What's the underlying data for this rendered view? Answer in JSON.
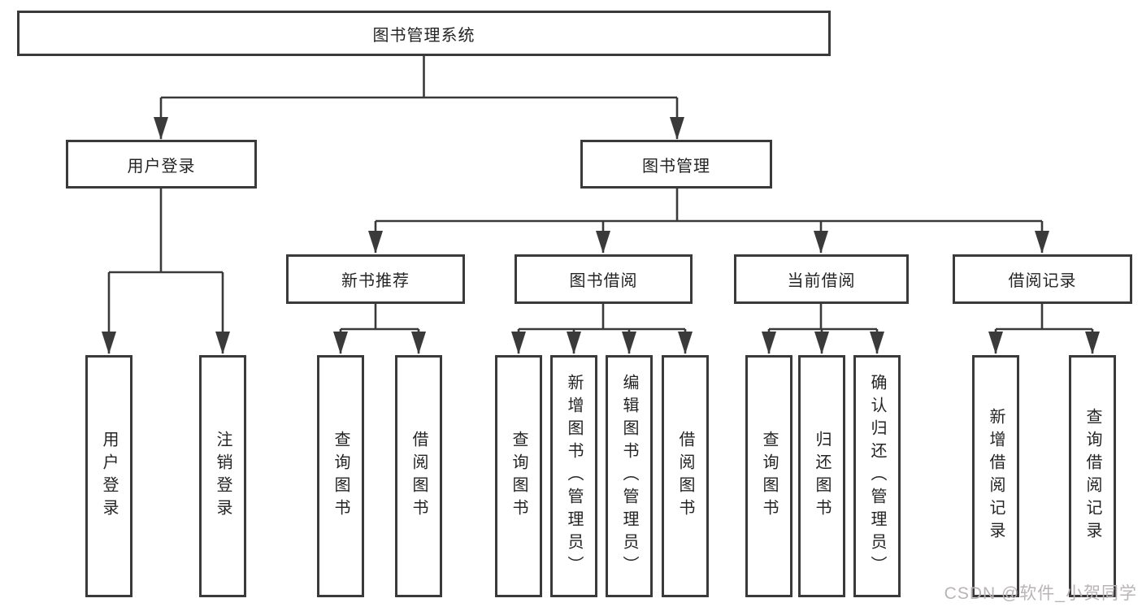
{
  "colors": {
    "line_color": "#3a3a3a",
    "text_color": "#242424",
    "box_bg": "#ffffff",
    "page_bg": "#ffffff",
    "watermark_color": "#b9b4b6"
  },
  "tree": {
    "root": {
      "label": "图书管理系统"
    },
    "level2": [
      {
        "label": "用户登录",
        "children": [
          {
            "label": "用户登录"
          },
          {
            "label": "注销登录"
          }
        ]
      },
      {
        "label": "图书管理",
        "children": [
          {
            "label": "新书推荐",
            "children": [
              {
                "label": "查询图书"
              },
              {
                "label": "借阅图书"
              }
            ]
          },
          {
            "label": "图书借阅",
            "children": [
              {
                "label": "查询图书"
              },
              {
                "label": "新增图书（管理员）"
              },
              {
                "label": "编辑图书（管理员）"
              },
              {
                "label": "借阅图书"
              }
            ]
          },
          {
            "label": "当前借阅",
            "children": [
              {
                "label": "查询图书"
              },
              {
                "label": "归还图书"
              },
              {
                "label": "确认归还（管理员）"
              }
            ]
          },
          {
            "label": "借阅记录",
            "children": [
              {
                "label": "新增借阅记录"
              },
              {
                "label": "查询借阅记录"
              }
            ]
          }
        ]
      }
    ]
  },
  "watermark": {
    "text": "CSDN @软件_小贺同学"
  }
}
